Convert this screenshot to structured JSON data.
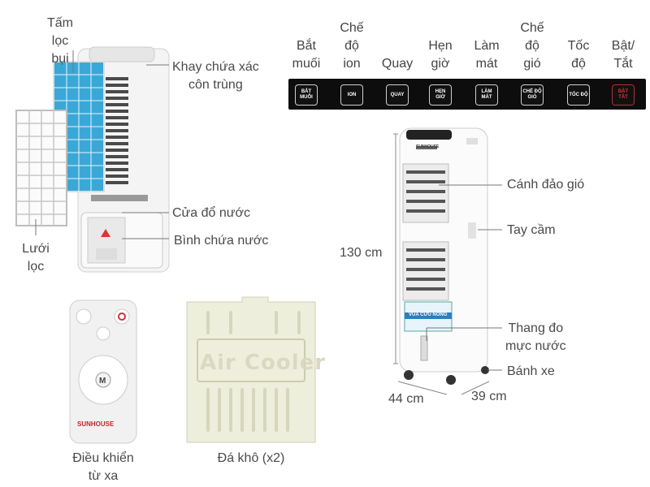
{
  "labels": {
    "filter_dust": "Tấm\nlọc\nbụi",
    "insect_tray": "Khay chứa xác\ncôn trùng",
    "water_door": "Cửa đổ nước",
    "water_tank": "Bình chứa nước",
    "mesh_filter": "Lưới\nlọc",
    "louver": "Cánh đảo gió",
    "handle": "Tay cầm",
    "water_gauge": "Thang đo\nmực nước",
    "wheel": "Bánh xe",
    "height": "130 cm",
    "width": "44 cm",
    "depth": "39 cm",
    "remote": "Điều khiển\ntừ xa",
    "ice_pack": "Đá khô (x2)"
  },
  "panel": {
    "buttons": [
      {
        "label": "Bắt\nmuối",
        "key": "BẮT\nMUỖI"
      },
      {
        "label": "Chế\nđộ\nion",
        "key": "ION"
      },
      {
        "label": "Quay",
        "key": "QUAY"
      },
      {
        "label": "Hẹn\ngiờ",
        "key": "HẸN\nGIỜ"
      },
      {
        "label": "Làm\nmát",
        "key": "LÀM\nMÁT"
      },
      {
        "label": "Chế\nđộ\ngió",
        "key": "CHẾ ĐỘ\nGIÓ"
      },
      {
        "label": "Tốc\nđộ",
        "key": "TỐC ĐỘ"
      },
      {
        "label": "Bật/\nTắt",
        "key": "BẬT\nTẮT"
      }
    ]
  },
  "brand": "SUNHOUSE",
  "ice_pack_text": "Air Cooler",
  "product_sticker": "VUA CỨU NÓNG",
  "colors": {
    "filter_blue": "#39a9d8",
    "panel_bg": "#0d0d0d",
    "power_red": "#d0323a",
    "ice_pack": "#eeeedc"
  }
}
